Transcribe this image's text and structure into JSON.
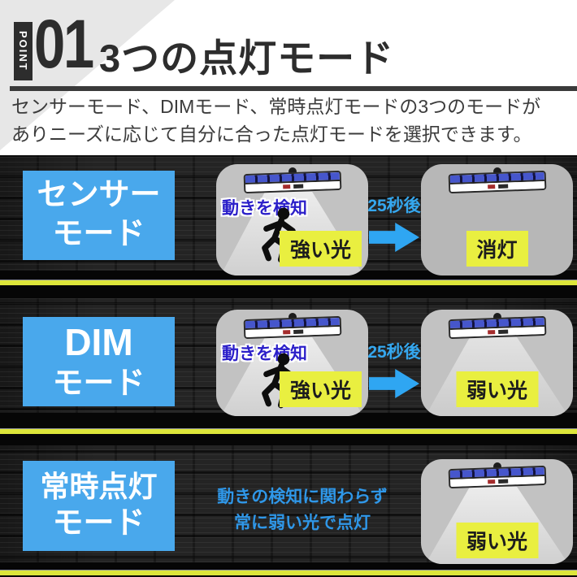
{
  "header": {
    "point_label": "POINT",
    "point_number": "01",
    "title": "3つの点灯モード",
    "description_line1": "センサーモード、DIMモード、常時点灯モードの3つのモードが",
    "description_line2": "ありニーズに応じて自分に合った点灯モードを選択できます。"
  },
  "colors": {
    "mode_box_blue": "#49a8ec",
    "arrow_blue": "#2fa6f2",
    "detect_text_blue": "#2b1fc9",
    "info_text_blue": "#2f97e8",
    "label_yellow": "#e9ef40",
    "divider_yellow": "#dde63a"
  },
  "rows": [
    {
      "mode_line1": "センサー",
      "mode_line2": "モード",
      "detect_label": "動きを検知",
      "light_label": "強い光",
      "timer_label": "25秒後",
      "result_label": "消灯"
    },
    {
      "mode_line1": "DIM",
      "mode_line2": "モード",
      "detect_label": "動きを検知",
      "light_label": "強い光",
      "timer_label": "25秒後",
      "result_label": "弱い光"
    },
    {
      "mode_line1": "常時点灯",
      "mode_line2": "モード",
      "info_line1": "動きの検知に関わらず",
      "info_line2": "常に弱い光で点灯",
      "result_label": "弱い光"
    }
  ]
}
